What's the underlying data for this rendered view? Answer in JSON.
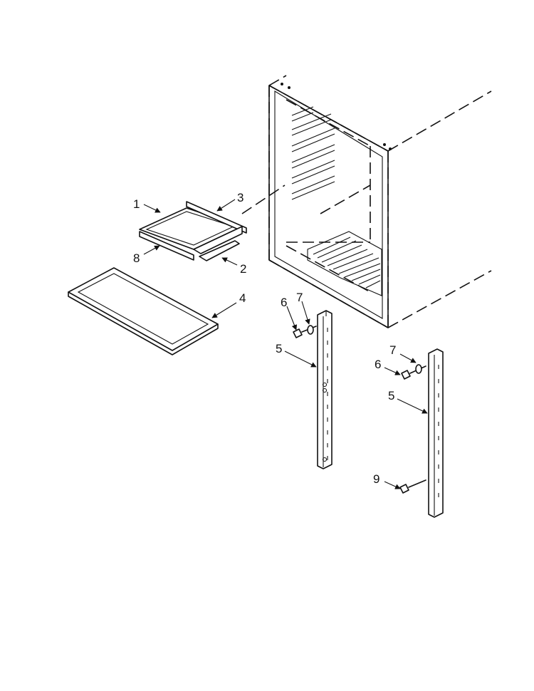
{
  "diagram": {
    "type": "exploded-parts-view",
    "callouts": [
      {
        "id": "c1",
        "label": "1"
      },
      {
        "id": "c3",
        "label": "3"
      },
      {
        "id": "c8",
        "label": "8"
      },
      {
        "id": "c2",
        "label": "2"
      },
      {
        "id": "c4",
        "label": "4"
      },
      {
        "id": "c6a",
        "label": "6"
      },
      {
        "id": "c7a",
        "label": "7"
      },
      {
        "id": "c5a",
        "label": "5"
      },
      {
        "id": "c7b",
        "label": "7"
      },
      {
        "id": "c6b",
        "label": "6"
      },
      {
        "id": "c5b",
        "label": "5"
      },
      {
        "id": "c9",
        "label": "9"
      }
    ]
  }
}
